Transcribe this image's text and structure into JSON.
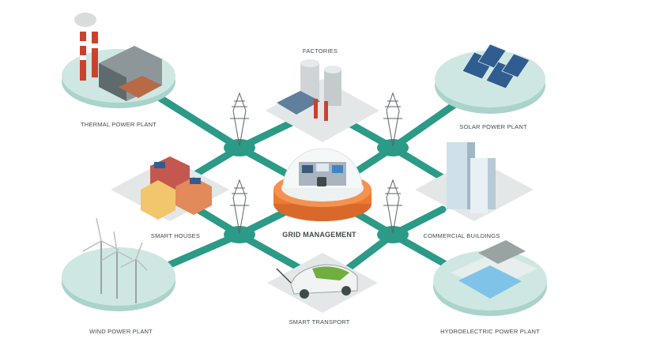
{
  "labels": {
    "thermal": "THERMAL POWER PLANT",
    "factories": "FACTORIES",
    "solar": "SOLAR POWER PLANT",
    "smart_houses": "SMART HOUSES",
    "grid": "GRID MANAGEMENT",
    "commercial": "COMMERCIAL BUILDINGS",
    "wind": "WIND POWER PLANT",
    "transport": "SMART TRANSPORT",
    "hydro": "HYDROELECTRIC POWER PLANT"
  },
  "colors": {
    "grid_line": "#2b9a86",
    "platform": "#cfe7e2",
    "diamond": "#e3e7e7",
    "hub_orange": "#ee7a2f"
  }
}
